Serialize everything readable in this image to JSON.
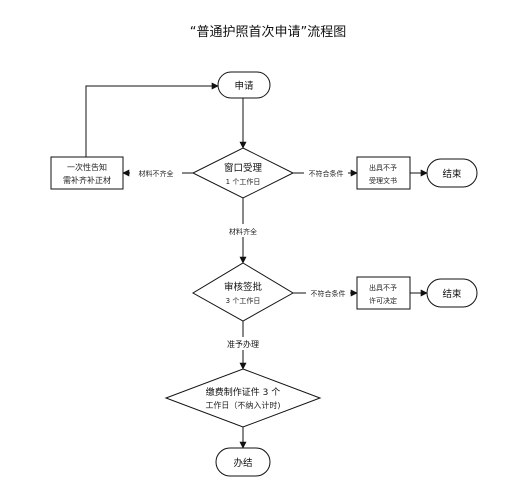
{
  "title": "“普通护照首次申请”流程图",
  "nodes": {
    "apply": "申请",
    "window_accept": [
      "窗口受理",
      "1 个工作日"
    ],
    "notify_missing": [
      "一次性告知",
      "需补齐补正材"
    ],
    "reject_accept": [
      "出具不予",
      "受理文书"
    ],
    "end1": "结束",
    "review": [
      "审核签批",
      "3 个工作日"
    ],
    "reject_permit": [
      "出具不予",
      "许可决定"
    ],
    "end2": "结束",
    "fee": [
      "缴费制作证件 3 个",
      "工作日（不纳入计时)"
    ],
    "done": "办结"
  },
  "edges": {
    "materials_missing": "材料不齐全",
    "not_qualified_1": "不符合条件",
    "materials_complete": "材料齐全",
    "not_qualified_2": "不符合条件",
    "approved": "准予办理"
  },
  "colors": {
    "stroke": "#111111",
    "background": "#ffffff"
  }
}
